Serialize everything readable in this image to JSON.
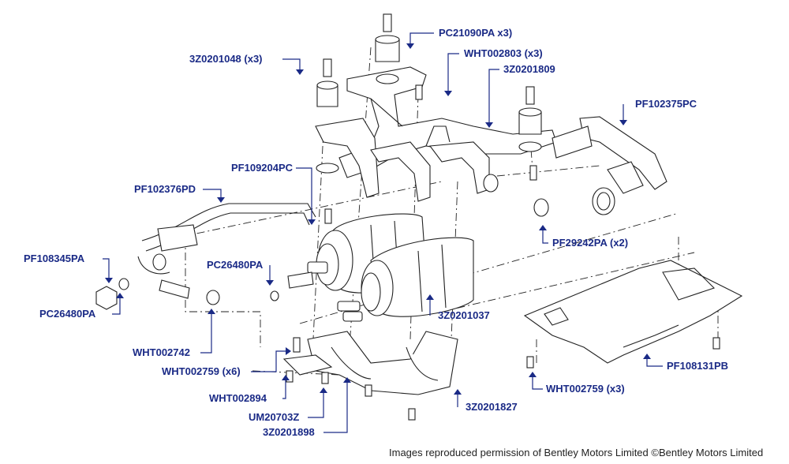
{
  "diagram": {
    "labels": [
      "PC21090PA x3)",
      "3Z0201048 (x3)",
      "WHT002803 (x3)",
      "3Z0201809",
      "PF102375PC",
      "PF109204PC",
      "PF102376PD",
      "PF29242PA (x2)",
      "PF108345PA",
      "PC26480PA",
      "PC26480PA",
      "3Z0201037",
      "WHT002742",
      "WHT002759 (x6)",
      "WHT002894",
      "UM20703Z",
      "3Z0201898",
      "3Z0201827",
      "WHT002759 (x3)",
      "PF108131PB"
    ],
    "credit": "Images reproduced permission of Bentley Motors Limited ©Bentley Motors Limited"
  }
}
